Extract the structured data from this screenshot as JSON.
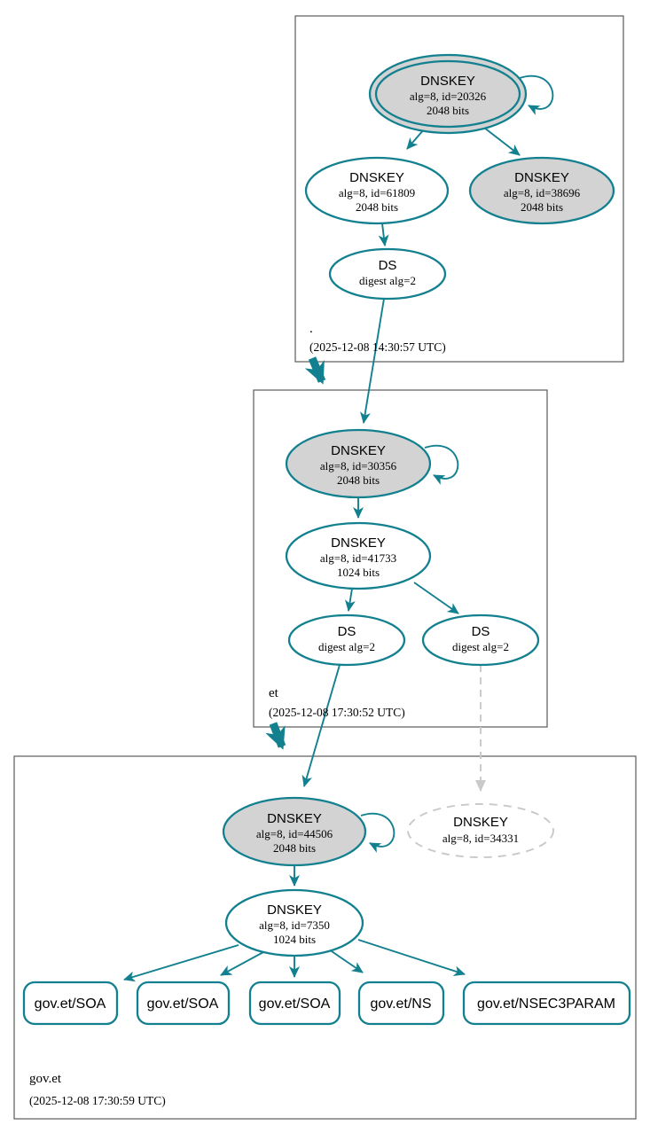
{
  "diagram": {
    "type": "dnssec-authentication-chain-graph",
    "colors": {
      "edge_teal": "#12808f",
      "node_gray": "#d3d3d3",
      "dashed_gray": "#c9c9c9",
      "box_border": "#5a5a5a",
      "background": "#ffffff",
      "text": "#000000"
    },
    "zones": [
      {
        "label": ".",
        "timestamp": "(2025-12-08 14:30:57 UTC)",
        "nodes": {
          "ksk": {
            "title": "DNSKEY",
            "detail1": "alg=8, id=20326",
            "detail2": "2048 bits"
          },
          "zsk": {
            "title": "DNSKEY",
            "detail1": "alg=8, id=61809",
            "detail2": "2048 bits"
          },
          "published_ksk": {
            "title": "DNSKEY",
            "detail1": "alg=8, id=38696",
            "detail2": "2048 bits"
          },
          "ds": {
            "title": "DS",
            "detail1": "digest alg=2"
          }
        }
      },
      {
        "label": "et",
        "timestamp": "(2025-12-08 17:30:52 UTC)",
        "nodes": {
          "ksk": {
            "title": "DNSKEY",
            "detail1": "alg=8, id=30356",
            "detail2": "2048 bits"
          },
          "zsk": {
            "title": "DNSKEY",
            "detail1": "alg=8, id=41733",
            "detail2": "1024 bits"
          },
          "ds1": {
            "title": "DS",
            "detail1": "digest alg=2"
          },
          "ds2": {
            "title": "DS",
            "detail1": "digest alg=2"
          }
        }
      },
      {
        "label": "gov.et",
        "timestamp": "(2025-12-08 17:30:59 UTC)",
        "nodes": {
          "ksk": {
            "title": "DNSKEY",
            "detail1": "alg=8, id=44506",
            "detail2": "2048 bits"
          },
          "missing_ksk": {
            "title": "DNSKEY",
            "detail1": "alg=8, id=34331"
          },
          "zsk": {
            "title": "DNSKEY",
            "detail1": "alg=8, id=7350",
            "detail2": "1024 bits"
          },
          "rrsets": [
            {
              "label": "gov.et/SOA"
            },
            {
              "label": "gov.et/SOA"
            },
            {
              "label": "gov.et/SOA"
            },
            {
              "label": "gov.et/NS"
            },
            {
              "label": "gov.et/NSEC3PARAM"
            }
          ]
        }
      }
    ]
  }
}
